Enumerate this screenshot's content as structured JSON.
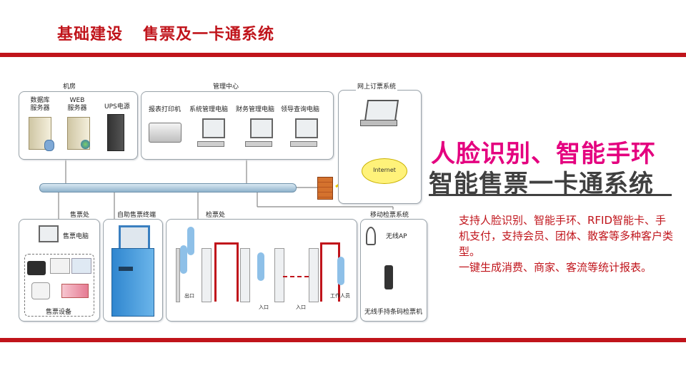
{
  "header": {
    "title_left": "基础建设",
    "title_right": "售票及一卡通系统"
  },
  "colors": {
    "brand_red": "#c0141b",
    "headline_pink": "#e4007f",
    "headline_gray": "#404040",
    "bus_blue": "#a9c7dc"
  },
  "diagram": {
    "machine_room": {
      "label": "机房",
      "items": [
        "数据库\n服务器",
        "WEB\n服务器",
        "UPS电源"
      ]
    },
    "management_center": {
      "label": "管理中心",
      "items": [
        "报表打印机",
        "系统管理电脑",
        "财务管理电脑",
        "领导查询电脑"
      ]
    },
    "online_booking": {
      "label": "网上订票系统",
      "cloud": "Internet"
    },
    "ticket_office": {
      "label": "售票处",
      "pc": "售票电脑",
      "devices": "售票设备"
    },
    "self_service": {
      "label": "自助售票终端"
    },
    "checkpoint": {
      "label": "检票处",
      "exit": "出口",
      "entrance1": "入口",
      "entrance2": "入口",
      "staff": "工作人员"
    },
    "mobile_check": {
      "label": "移动检票系统",
      "ap": "无线AP",
      "handheld": "无线手持条码检票机"
    }
  },
  "headline": {
    "line1": "人脸识别、智能手环",
    "line2": "智能售票一卡通系统"
  },
  "description": {
    "para1": "支持人脸识别、智能手环、RFID智能卡、手机支付，支持会员、团体、散客等多种客户类型。",
    "para2": "一键生成消费、商家、客流等统计报表。"
  }
}
